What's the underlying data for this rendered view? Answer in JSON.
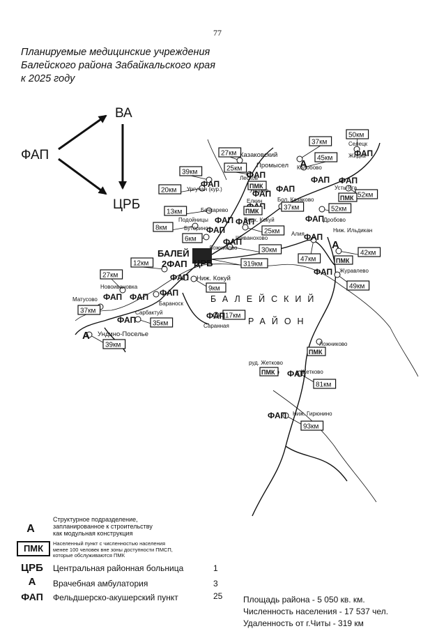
{
  "page_number": "77",
  "title_lines": [
    "Планируемые медицинские учреждения",
    "Балейского района Забайкальского края",
    "к 2025 году"
  ],
  "hierarchy": {
    "fap": "ФАП",
    "va": "ВА",
    "crb": "ЦРБ"
  },
  "district_name": [
    "БАЛЕЙСКИЙ",
    "РАЙОН"
  ],
  "center": {
    "name": "БАЛЕЙ",
    "marker": "2ФАП",
    "crb": "ЦРБ"
  },
  "settlements": [
    "Казаковский",
    "Промысел",
    "Лесков",
    "Ундино",
    "Селецк",
    "Жидка",
    "Колобово",
    "Усть-Яга",
    "Ургучан (кур.)",
    "Елкин",
    "Бол. Казаково",
    "Бочкарево",
    "Подойницы",
    "Буторино",
    "Верх. Кокуй",
    "Шиванохово",
    "Алия",
    "Ниж. Ильдикан",
    "Ложниково",
    "Журавлево",
    "Ниж. Кокуй",
    "Новоивановка",
    "Матусово",
    "Бараноcк",
    "Сарбактуй",
    "Ундино-Поселье",
    "Саранная",
    "Ложниково",
    "руд. Жетково",
    "Жетково",
    "Ниж. Гирюнино",
    "Дробово"
  ],
  "distances": [
    "37км",
    "50км",
    "27км",
    "25км",
    "45км",
    "39км",
    "20км",
    "52км",
    "13км",
    "37км",
    "52км",
    "25км",
    "8км",
    "6км",
    "30км",
    "42км",
    "47км",
    "12км",
    "319км",
    "27км",
    "9км",
    "49км",
    "37км",
    "17км",
    "35км",
    "39км",
    "81км",
    "93км"
  ],
  "pmk_label": "ПМК",
  "fap_label": "ФАП",
  "amb_label": "А",
  "legend": [
    {
      "symbol": "А",
      "description": [
        "Структурное подразделение,",
        "запланированное к строительству",
        "как модульная конструкция"
      ],
      "count": ""
    },
    {
      "symbol": "ПМК",
      "description": [
        "Населенный пункт с численностью населения",
        "менее 100 человек вне зоны доступности ПМСП,",
        "которые обслуживаются ПМК"
      ],
      "count": ""
    },
    {
      "symbol": "ЦРБ",
      "description": [
        "Центральная районная больница"
      ],
      "count": "1"
    },
    {
      "symbol": "А",
      "description": [
        "Врачебная амбулатория"
      ],
      "count": "3"
    },
    {
      "symbol": "ФАП",
      "description": [
        "Фельдшерско-акушерский пункт"
      ],
      "count": "25"
    }
  ],
  "stats": [
    "Площадь района - 5 050 кв. км.",
    "Численность населения - 17 537 чел.",
    "Удаленность от г.Читы - 319 км"
  ]
}
